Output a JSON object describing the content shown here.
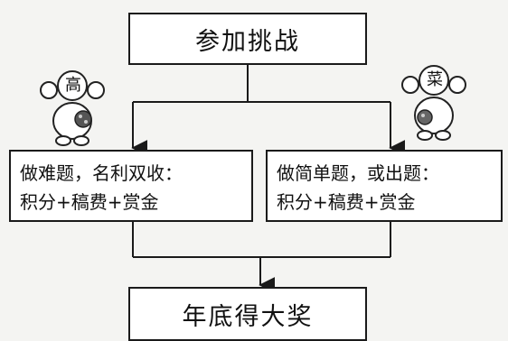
{
  "diagram": {
    "top_box": "参加挑战",
    "left_box": {
      "line1": "做难题，名利双收：",
      "line2": "积分+稿费+赏金"
    },
    "right_box": {
      "line1": "做简单题，或出题：",
      "line2": "积分+稿费+赏金"
    },
    "bottom_box": "年底得大奖",
    "left_mascot_badge": "高",
    "right_mascot_badge": "菜"
  }
}
